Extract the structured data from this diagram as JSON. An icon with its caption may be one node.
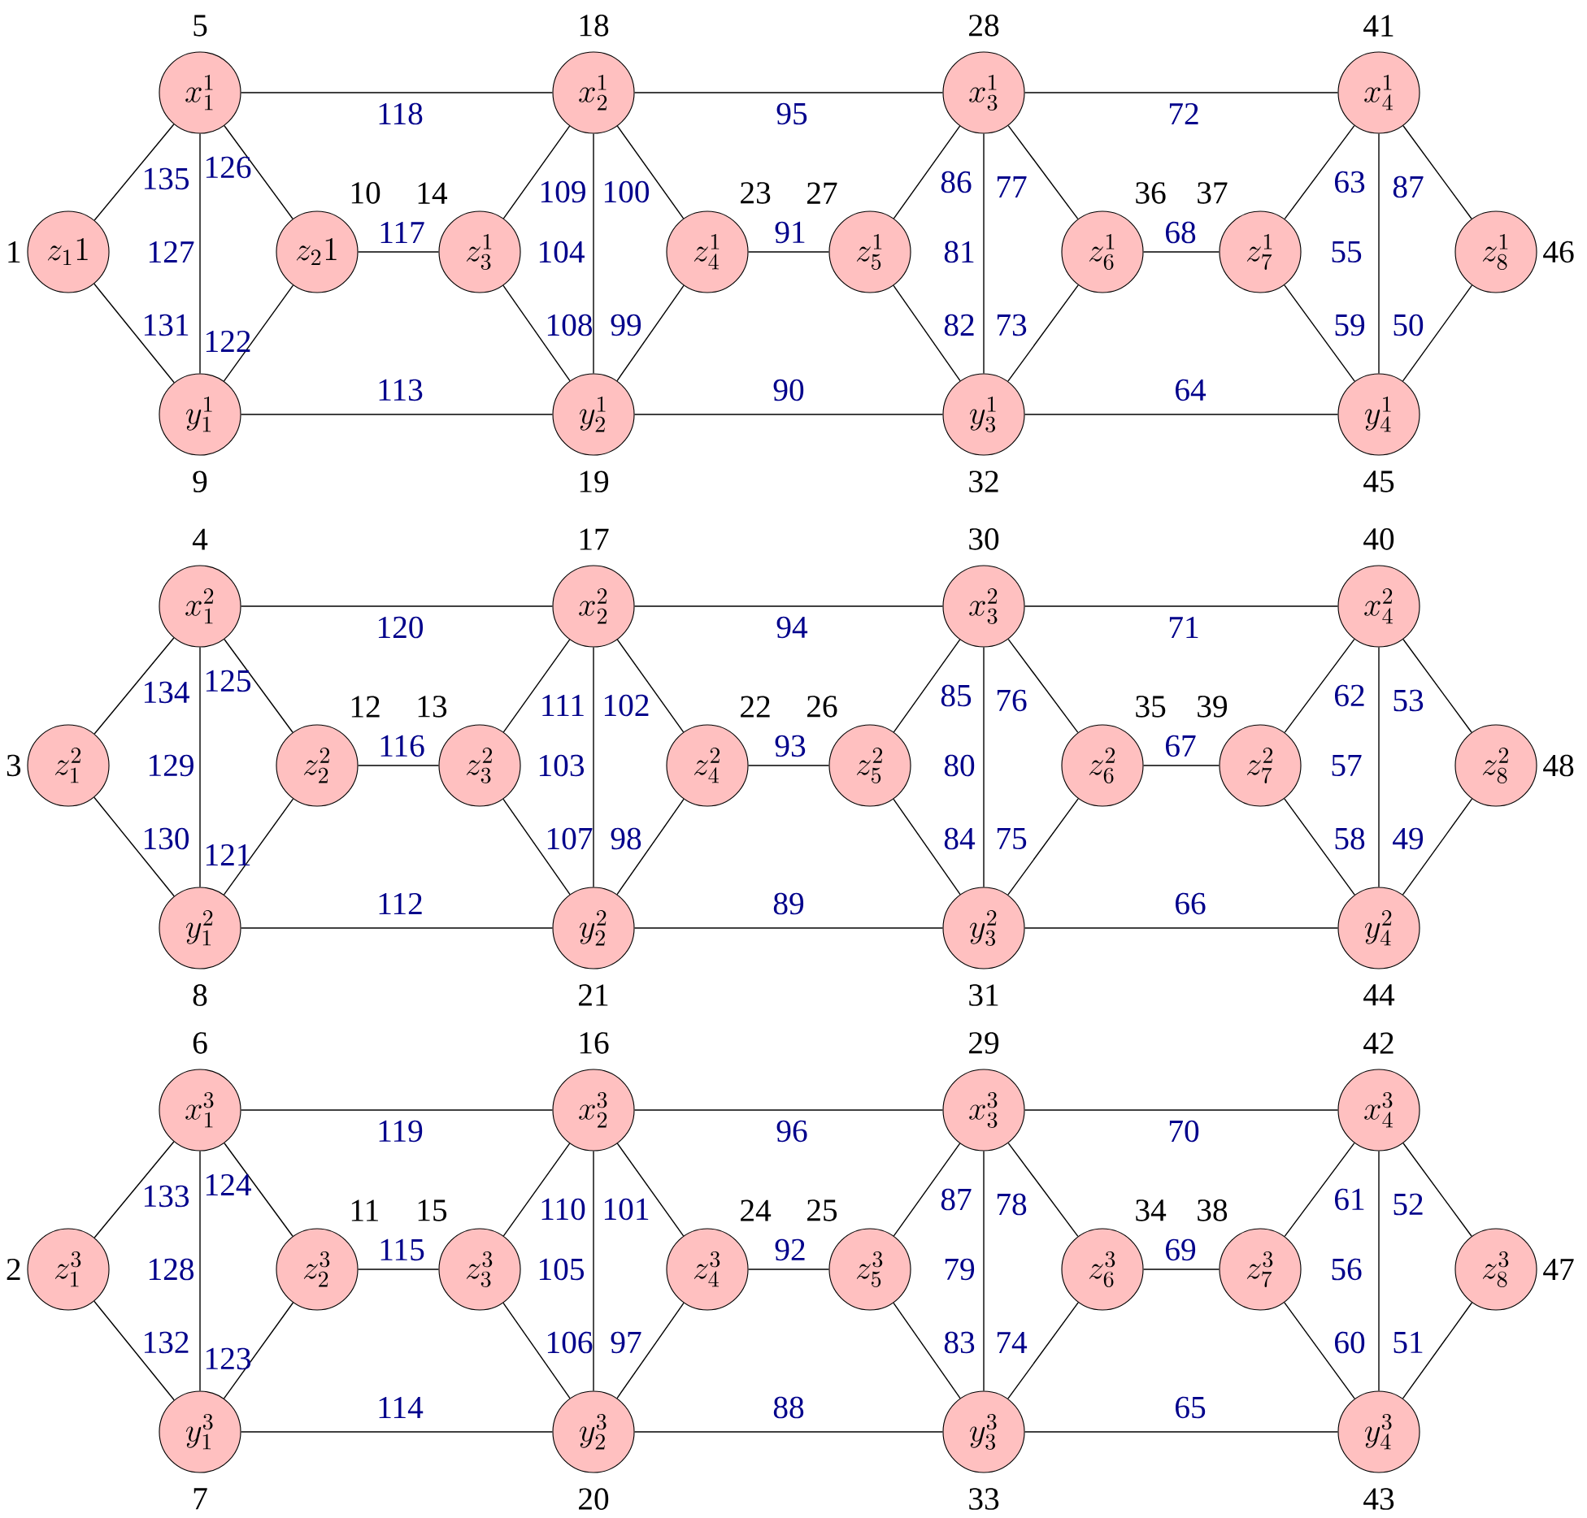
{
  "diagram": {
    "nodes": [
      {
        "text": [
          "z_1 1"
        ],
        "beside": [
          "1"
        ]
      },
      {
        "text": [
          "x_1^1"
        ],
        "beside": [
          "5"
        ]
      },
      {
        "text": [
          "y_1^1"
        ],
        "beside": [
          "9"
        ]
      },
      {
        "text": [
          "z_2 1"
        ],
        "beside": [
          "10"
        ]
      },
      {
        "text": [
          "z_3^1"
        ],
        "beside": [
          "14"
        ]
      },
      {
        "text": [
          "x_2^1"
        ],
        "beside": [
          "18"
        ]
      },
      {
        "text": [
          "y_2^1"
        ],
        "beside": [
          "19"
        ]
      },
      {
        "text": [
          "z_4^1"
        ],
        "beside": [
          "23"
        ]
      },
      {
        "text": [
          "z_5^1"
        ],
        "beside": [
          "27"
        ]
      },
      {
        "text": [
          "x_3^1"
        ],
        "beside": [
          "28"
        ]
      },
      {
        "text": [
          "y_3^1"
        ],
        "beside": [
          "32"
        ]
      },
      {
        "text": [
          "z_6^1"
        ],
        "beside": [
          "36"
        ]
      },
      {
        "text": [
          "z_7^1"
        ],
        "beside": [
          "37"
        ]
      },
      {
        "text": [
          "x_4^1"
        ],
        "beside": [
          "41"
        ]
      },
      {
        "text": [
          "y_4^1"
        ],
        "beside": [
          "45"
        ]
      },
      {
        "text": [
          "z_8^1"
        ],
        "beside": [
          "46"
        ]
      },
      {
        "text": [
          "z_1^2"
        ],
        "beside": [
          "3"
        ]
      },
      {
        "text": [
          "x_1^2"
        ],
        "beside": [
          "4"
        ]
      },
      {
        "text": [
          "y_1^2"
        ],
        "beside": [
          "8"
        ]
      },
      {
        "text": [
          "z_2^2"
        ],
        "beside": [
          "12"
        ]
      },
      {
        "text": [
          "z_3^2"
        ],
        "beside": [
          "13"
        ]
      },
      {
        "text": [
          "x_2^2"
        ],
        "beside": [
          "17"
        ]
      },
      {
        "text": [
          "y_2^2"
        ],
        "beside": [
          "21"
        ]
      },
      {
        "text": [
          "z_4^2"
        ],
        "beside": [
          "22"
        ]
      },
      {
        "text": [
          "z_5^2"
        ],
        "beside": [
          "26"
        ]
      },
      {
        "text": [
          "x_3^2"
        ],
        "beside": [
          "30"
        ]
      },
      {
        "text": [
          "y_3^2"
        ],
        "beside": [
          "31"
        ]
      },
      {
        "text": [
          "z_6^2"
        ],
        "beside": [
          "35"
        ]
      },
      {
        "text": [
          "z_7^2"
        ],
        "beside": [
          "39"
        ]
      },
      {
        "text": [
          "x_4^2"
        ],
        "beside": [
          "40"
        ]
      },
      {
        "text": [
          "y_4^2"
        ],
        "beside": [
          "44"
        ]
      },
      {
        "text": [
          "z_8^2"
        ],
        "beside": [
          "48"
        ]
      },
      {
        "text": [
          "z_1^3"
        ],
        "beside": [
          "2"
        ]
      },
      {
        "text": [
          "x_1^3"
        ],
        "beside": [
          "6"
        ]
      },
      {
        "text": [
          "y_1^3"
        ],
        "beside": [
          "7"
        ]
      },
      {
        "text": [
          "z_2^3"
        ],
        "beside": [
          "11"
        ]
      },
      {
        "text": [
          "z_3^3"
        ],
        "beside": [
          "15"
        ]
      },
      {
        "text": [
          "x_2^3"
        ],
        "beside": [
          "16"
        ]
      },
      {
        "text": [
          "y_2^3"
        ],
        "beside": [
          "20"
        ]
      },
      {
        "text": [
          "z_4^3"
        ],
        "beside": [
          "24"
        ]
      },
      {
        "text": [
          "z_5^3"
        ],
        "beside": [
          "25"
        ]
      },
      {
        "text": [
          "x_3^3"
        ],
        "beside": [
          "29"
        ]
      },
      {
        "text": [
          "y_3^3"
        ],
        "beside": [
          "33"
        ]
      },
      {
        "text": [
          "z_6^3"
        ],
        "beside": [
          "34"
        ]
      },
      {
        "text": [
          "z_7^3"
        ],
        "beside": [
          "38"
        ]
      },
      {
        "text": [
          "x_4^3"
        ],
        "beside": [
          "42"
        ]
      },
      {
        "text": [
          "y_4^3"
        ],
        "beside": [
          "43"
        ]
      },
      {
        "text": [
          "z_8^3"
        ],
        "beside": [
          "47"
        ]
      }
    ],
    "edges": [
      {
        "from": 1,
        "to": 0,
        "arrow": "none",
        "label": "135"
      },
      {
        "from": 0,
        "to": 2,
        "arrow": "none",
        "label": "131"
      },
      {
        "from": 1,
        "to": 2,
        "arrow": "none",
        "label": "127"
      },
      {
        "from": 1,
        "to": 3,
        "arrow": "none",
        "label": "126"
      },
      {
        "from": 3,
        "to": 2,
        "arrow": "none",
        "label": "122"
      },
      {
        "from": 1,
        "to": 5,
        "arrow": "none",
        "label": "118"
      },
      {
        "from": 2,
        "to": 6,
        "arrow": "none",
        "label": "113"
      },
      {
        "from": 3,
        "to": 4,
        "arrow": "none",
        "label": "117"
      },
      {
        "from": 4,
        "to": 5,
        "arrow": "none",
        "label": "109"
      },
      {
        "from": 4,
        "to": 6,
        "arrow": "none",
        "label": "108"
      },
      {
        "from": 5,
        "to": 6,
        "arrow": "none",
        "label": "104"
      },
      {
        "from": 5,
        "to": 7,
        "arrow": "none",
        "label": "100"
      },
      {
        "from": 7,
        "to": 6,
        "arrow": "none",
        "label": "99"
      },
      {
        "from": 5,
        "to": 9,
        "arrow": "none",
        "label": "95"
      },
      {
        "from": 6,
        "to": 10,
        "arrow": "none",
        "label": "90"
      },
      {
        "from": 7,
        "to": 8,
        "arrow": "none",
        "label": "91"
      },
      {
        "from": 8,
        "to": 9,
        "arrow": "none",
        "label": "86"
      },
      {
        "from": 8,
        "to": 10,
        "arrow": "none",
        "label": "82"
      },
      {
        "from": 9,
        "to": 10,
        "arrow": "none",
        "label": "81"
      },
      {
        "from": 9,
        "to": 11,
        "arrow": "none",
        "label": "77"
      },
      {
        "from": 11,
        "to": 10,
        "arrow": "none",
        "label": "73"
      },
      {
        "from": 9,
        "to": 13,
        "arrow": "none",
        "label": "72"
      },
      {
        "from": 10,
        "to": 14,
        "arrow": "none",
        "label": "64"
      },
      {
        "from": 11,
        "to": 12,
        "arrow": "none",
        "label": "68"
      },
      {
        "from": 12,
        "to": 13,
        "arrow": "none",
        "label": "63"
      },
      {
        "from": 12,
        "to": 14,
        "arrow": "none",
        "label": "59"
      },
      {
        "from": 13,
        "to": 14,
        "arrow": "none",
        "label": "55"
      },
      {
        "from": 13,
        "to": 15,
        "arrow": "none",
        "label": "87"
      },
      {
        "from": 15,
        "to": 14,
        "arrow": "none",
        "label": "50"
      },
      {
        "from": 17,
        "to": 16,
        "arrow": "none",
        "label": "134"
      },
      {
        "from": 16,
        "to": 18,
        "arrow": "none",
        "label": "130"
      },
      {
        "from": 17,
        "to": 18,
        "arrow": "none",
        "label": "129"
      },
      {
        "from": 17,
        "to": 19,
        "arrow": "none",
        "label": "125"
      },
      {
        "from": 19,
        "to": 18,
        "arrow": "none",
        "label": "121"
      },
      {
        "from": 17,
        "to": 21,
        "arrow": "none",
        "label": "120"
      },
      {
        "from": 18,
        "to": 22,
        "arrow": "none",
        "label": "112"
      },
      {
        "from": 19,
        "to": 20,
        "arrow": "none",
        "label": "116"
      },
      {
        "from": 20,
        "to": 21,
        "arrow": "none",
        "label": "111"
      },
      {
        "from": 20,
        "to": 22,
        "arrow": "none",
        "label": "107"
      },
      {
        "from": 21,
        "to": 22,
        "arrow": "none",
        "label": "103"
      },
      {
        "from": 21,
        "to": 23,
        "arrow": "none",
        "label": "102"
      },
      {
        "from": 23,
        "to": 22,
        "arrow": "none",
        "label": "98"
      },
      {
        "from": 21,
        "to": 25,
        "arrow": "none",
        "label": "94"
      },
      {
        "from": 22,
        "to": 26,
        "arrow": "none",
        "label": "89"
      },
      {
        "from": 23,
        "to": 24,
        "arrow": "none",
        "label": "93"
      },
      {
        "from": 24,
        "to": 25,
        "arrow": "none",
        "label": "85"
      },
      {
        "from": 24,
        "to": 26,
        "arrow": "none",
        "label": "84"
      },
      {
        "from": 25,
        "to": 26,
        "arrow": "none",
        "label": "80"
      },
      {
        "from": 25,
        "to": 27,
        "arrow": "none",
        "label": "76"
      },
      {
        "from": 27,
        "to": 26,
        "arrow": "none",
        "label": "75"
      },
      {
        "from": 25,
        "to": 29,
        "arrow": "none",
        "label": "71"
      },
      {
        "from": 26,
        "to": 30,
        "arrow": "none",
        "label": "66"
      },
      {
        "from": 27,
        "to": 28,
        "arrow": "none",
        "label": "67"
      },
      {
        "from": 28,
        "to": 29,
        "arrow": "none",
        "label": "62"
      },
      {
        "from": 28,
        "to": 30,
        "arrow": "none",
        "label": "58"
      },
      {
        "from": 29,
        "to": 30,
        "arrow": "none",
        "label": "57"
      },
      {
        "from": 29,
        "to": 31,
        "arrow": "none",
        "label": "53"
      },
      {
        "from": 31,
        "to": 30,
        "arrow": "none",
        "label": "49"
      },
      {
        "from": 33,
        "to": 32,
        "arrow": "none",
        "label": "133"
      },
      {
        "from": 32,
        "to": 34,
        "arrow": "none",
        "label": "132"
      },
      {
        "from": 33,
        "to": 34,
        "arrow": "none",
        "label": "128"
      },
      {
        "from": 33,
        "to": 35,
        "arrow": "none",
        "label": "124"
      },
      {
        "from": 35,
        "to": 34,
        "arrow": "none",
        "label": "123"
      },
      {
        "from": 33,
        "to": 37,
        "arrow": "none",
        "label": "119"
      },
      {
        "from": 34,
        "to": 38,
        "arrow": "none",
        "label": "114"
      },
      {
        "from": 35,
        "to": 36,
        "arrow": "none",
        "label": "115"
      },
      {
        "from": 36,
        "to": 37,
        "arrow": "none",
        "label": "110"
      },
      {
        "from": 36,
        "to": 38,
        "arrow": "none",
        "label": "106"
      },
      {
        "from": 37,
        "to": 38,
        "arrow": "none",
        "label": "105"
      },
      {
        "from": 37,
        "to": 39,
        "arrow": "none",
        "label": "101"
      },
      {
        "from": 39,
        "to": 38,
        "arrow": "none",
        "label": "97"
      },
      {
        "from": 37,
        "to": 41,
        "arrow": "none",
        "label": "96"
      },
      {
        "from": 38,
        "to": 42,
        "arrow": "none",
        "label": "88"
      },
      {
        "from": 39,
        "to": 40,
        "arrow": "none",
        "label": "92"
      },
      {
        "from": 40,
        "to": 41,
        "arrow": "none",
        "label": "87"
      },
      {
        "from": 40,
        "to": 42,
        "arrow": "none",
        "label": "83"
      },
      {
        "from": 41,
        "to": 42,
        "arrow": "none",
        "label": "79"
      },
      {
        "from": 41,
        "to": 43,
        "arrow": "none",
        "label": "78"
      },
      {
        "from": 43,
        "to": 42,
        "arrow": "none",
        "label": "74"
      },
      {
        "from": 41,
        "to": 45,
        "arrow": "none",
        "label": "70"
      },
      {
        "from": 42,
        "to": 46,
        "arrow": "none",
        "label": "65"
      },
      {
        "from": 43,
        "to": 44,
        "arrow": "none",
        "label": "69"
      },
      {
        "from": 44,
        "to": 45,
        "arrow": "none",
        "label": "61"
      },
      {
        "from": 44,
        "to": 46,
        "arrow": "none",
        "label": "60"
      },
      {
        "from": 45,
        "to": 46,
        "arrow": "none",
        "label": "56"
      },
      {
        "from": 45,
        "to": 47,
        "arrow": "none",
        "label": "52"
      },
      {
        "from": 47,
        "to": 46,
        "arrow": "none",
        "label": "51"
      }
    ]
  }
}
